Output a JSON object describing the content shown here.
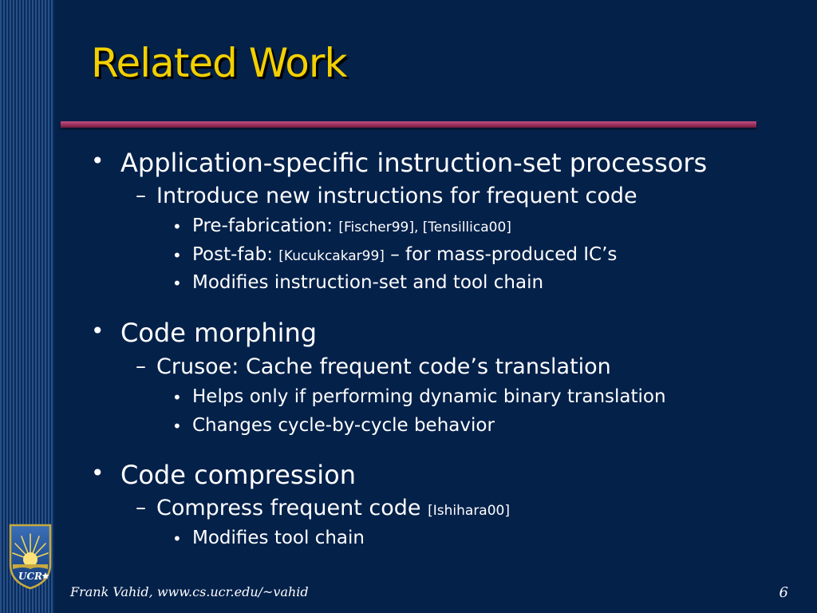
{
  "slide": {
    "title": "Related Work",
    "footer": "Frank Vahid, www.cs.ucr.edu/~vahid",
    "page_number": "6",
    "logo_text": "UCR"
  },
  "bullets": [
    {
      "text": "Application-specific instruction-set processors",
      "sub": [
        {
          "text": "Introduce new instructions for frequent code",
          "sub": [
            {
              "text": "Pre-fabrication: ",
              "ref": "[Fischer99], [Tensillica00]",
              "after": ""
            },
            {
              "text": "Post-fab: ",
              "ref": "[Kucukcakar99]",
              "after": " – for mass-produced IC’s"
            },
            {
              "text": "Modifies instruction-set and tool chain"
            }
          ]
        }
      ]
    },
    {
      "text": "Code morphing",
      "sub": [
        {
          "text": "Crusoe: Cache frequent code’s translation",
          "sub": [
            {
              "text": "Helps only if performing dynamic binary translation"
            },
            {
              "text": "Changes cycle-by-cycle behavior"
            }
          ]
        }
      ]
    },
    {
      "text": "Code compression",
      "sub": [
        {
          "text": "Compress frequent code ",
          "ref": "[Ishihara00]",
          "sub": [
            {
              "text": "Modifies tool chain"
            }
          ]
        }
      ]
    }
  ],
  "markers": {
    "level1": "•",
    "level2": "–",
    "level3": "•"
  },
  "colors": {
    "background": "#04214a",
    "title": "#f2d000",
    "rule": "#9b2f5c",
    "text": "#ffffff"
  }
}
